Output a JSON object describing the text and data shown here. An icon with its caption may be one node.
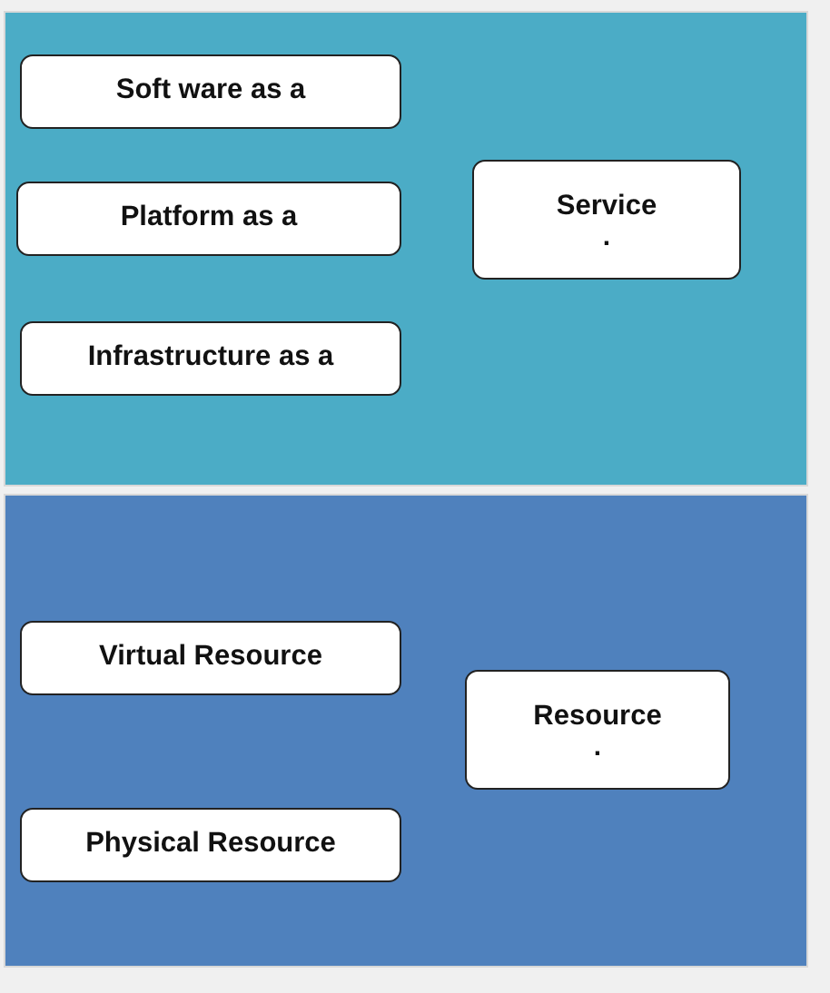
{
  "diagram": {
    "nodes": [
      {
        "text": [],
        "shape": "box"
      },
      {
        "text": [
          "Soft ware as a"
        ],
        "in": 0
      },
      {
        "text": [
          "Platform as a"
        ],
        "in": 0
      },
      {
        "text": [
          "Infrastructure as a"
        ],
        "in": 0
      },
      {
        "text": [
          "Service",
          "."
        ],
        "in": 0
      },
      {
        "text": [],
        "shape": "box"
      },
      {
        "text": [
          "Virtual Resource"
        ],
        "in": 5
      },
      {
        "text": [
          "Physical Resource"
        ],
        "in": 5
      },
      {
        "text": [
          "Resource",
          "."
        ],
        "in": 5
      }
    ]
  }
}
